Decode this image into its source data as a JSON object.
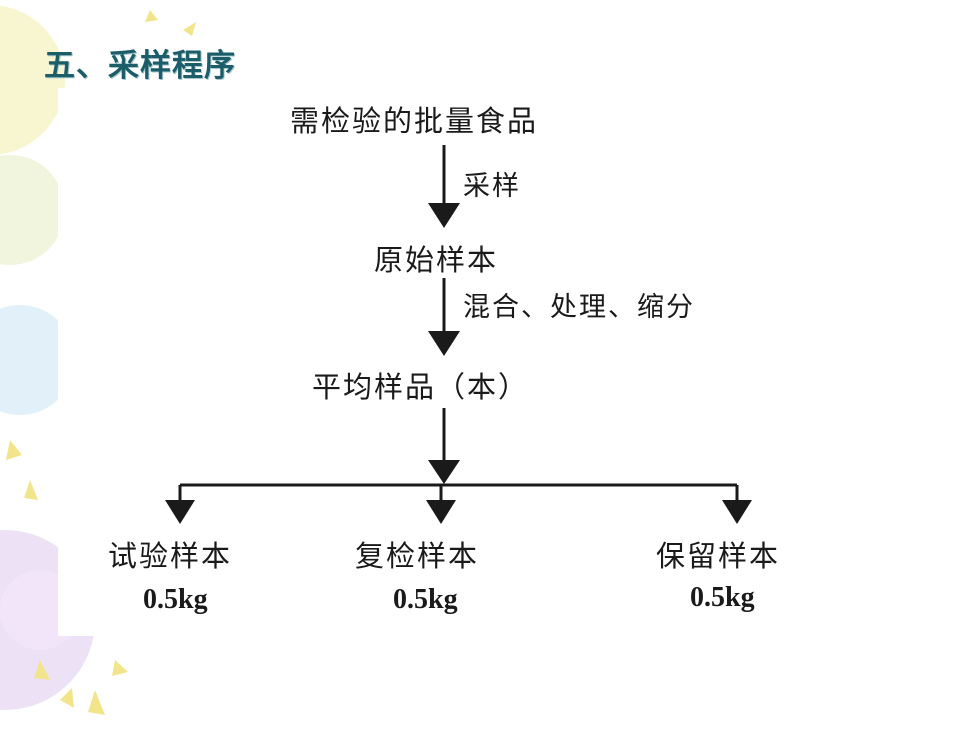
{
  "slide": {
    "title": "五、采样程序"
  },
  "diagram": {
    "nodes": {
      "batch": "需检验的批量食品",
      "original": "原始样本",
      "average": "平均样品（本）",
      "test": "试验样本",
      "recheck": "复检样本",
      "retain": "保留样本"
    },
    "edges": {
      "sampling": "采样",
      "processing": "混合、处理、缩分"
    },
    "weights": {
      "test": "0.5kg",
      "recheck": "0.5kg",
      "retain": "0.5kg"
    }
  },
  "colors": {
    "title": "#1b5e6a",
    "lines": "#1a1a1a"
  }
}
